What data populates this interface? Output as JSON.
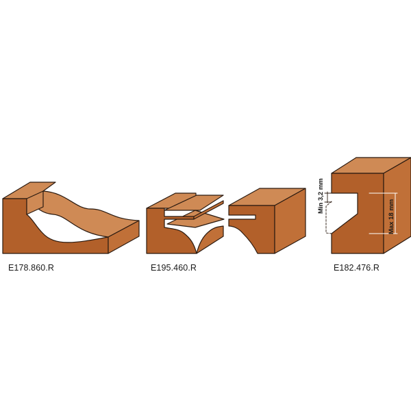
{
  "colors": {
    "front_face": "#b2602a",
    "top_face": "#cf8a55",
    "side_face": "#c07038",
    "outline": "#2a1a10",
    "dim_lines": "#ffffff"
  },
  "profiles": [
    {
      "code": "E178.860.R"
    },
    {
      "code": "E195.460.R"
    },
    {
      "code": "E182.476.R"
    }
  ],
  "dimensions": {
    "min_label": "Min 3,2 mm",
    "max_label": "Max 18 mm"
  }
}
